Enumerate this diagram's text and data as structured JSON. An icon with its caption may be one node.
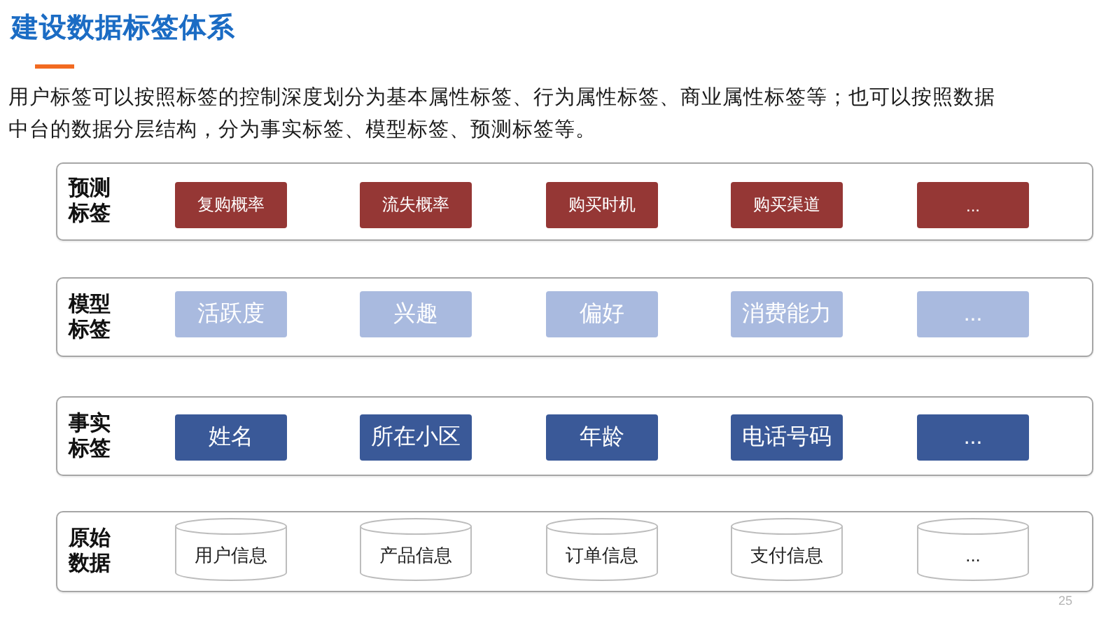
{
  "diagram": {
    "title": "建设数据标签体系",
    "nodes": [
      {
        "text": [
          "预测标签"
        ]
      },
      {
        "text": [
          "复购概率"
        ],
        "in": 0
      },
      {
        "text": [
          "流失概率"
        ],
        "in": 0
      },
      {
        "text": [
          "购买时机"
        ],
        "in": 0
      },
      {
        "text": [
          "购买渠道"
        ],
        "in": 0
      },
      {
        "text": [
          "..."
        ],
        "in": 0
      },
      {
        "text": [
          "模型标签"
        ]
      },
      {
        "text": [
          "活跃度"
        ],
        "in": 6
      },
      {
        "text": [
          "兴趣"
        ],
        "in": 6
      },
      {
        "text": [
          "偏好"
        ],
        "in": 6
      },
      {
        "text": [
          "消费能力"
        ],
        "in": 6
      },
      {
        "text": [
          "..."
        ],
        "in": 6
      },
      {
        "text": [
          "事实标签"
        ]
      },
      {
        "text": [
          "姓名"
        ],
        "in": 12
      },
      {
        "text": [
          "所在小区"
        ],
        "in": 12
      },
      {
        "text": [
          "年龄"
        ],
        "in": 12
      },
      {
        "text": [
          "电话号码"
        ],
        "in": 12
      },
      {
        "text": [
          "..."
        ],
        "in": 12
      },
      {
        "text": [
          "原始数据"
        ]
      },
      {
        "text": [
          "用户信息"
        ],
        "in": 18
      },
      {
        "text": [
          "产品信息"
        ],
        "in": 18
      },
      {
        "text": [
          "订单信息"
        ],
        "in": 18
      },
      {
        "text": [
          "支付信息"
        ],
        "in": 18
      },
      {
        "text": [
          "..."
        ],
        "in": 18
      }
    ],
    "labels": [
      "用户标签可以按照标签的控制深度划分为基本属性标签、行为属性标签、商业属性标签等；也可以按照数据中台的数据分层结构，分为事实标签、模型标签、预测标签等。",
      "25"
    ]
  }
}
